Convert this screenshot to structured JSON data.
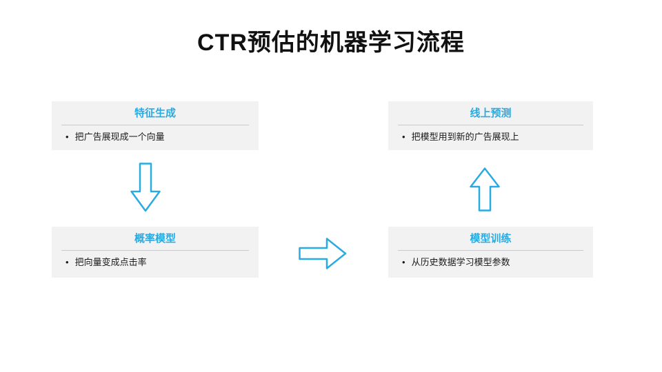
{
  "slide": {
    "title": "CTR预估的机器学习流程"
  },
  "colors": {
    "accent": "#29abe2",
    "box_background": "#f2f2f2",
    "divider": "#c9c9c9",
    "text": "#1a1a1a"
  },
  "boxes": [
    {
      "title": "特征生成",
      "bullet": "把广告展现成一个向量"
    },
    {
      "title": "线上预测",
      "bullet": "把模型用到新的广告展现上"
    },
    {
      "title": "概率模型",
      "bullet": "把向量变成点击率"
    },
    {
      "title": "模型训练",
      "bullet": "从历史数据学习模型参数"
    }
  ],
  "bullet_glyph": "•",
  "arrows": [
    {
      "name": "down-arrow",
      "direction": "down"
    },
    {
      "name": "right-arrow",
      "direction": "right"
    },
    {
      "name": "up-arrow",
      "direction": "up"
    }
  ]
}
